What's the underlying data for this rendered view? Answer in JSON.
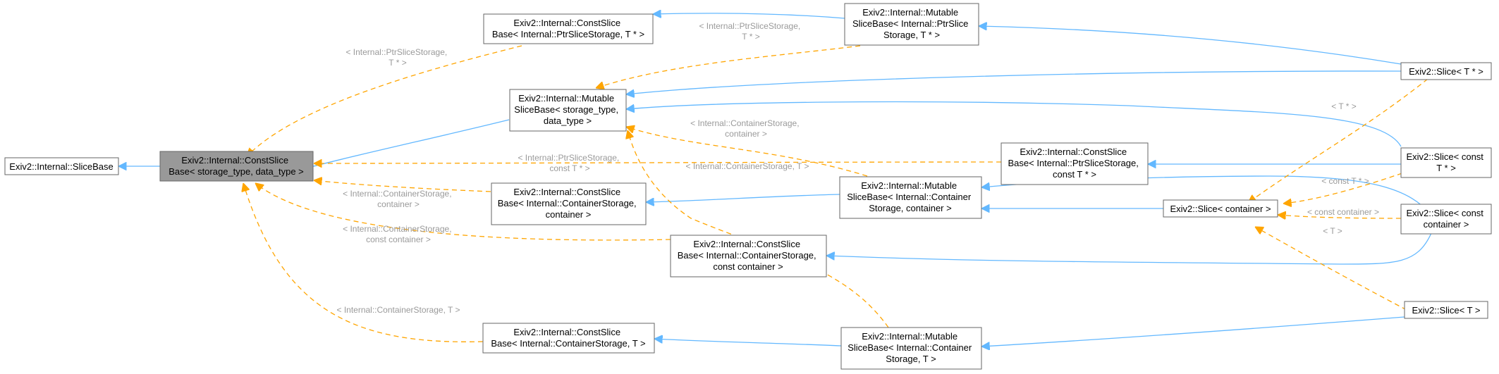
{
  "nodes": {
    "slicebase": [
      "Exiv2::Internal::SliceBase"
    ],
    "constslicebase_generic": [
      "Exiv2::Internal::ConstSlice",
      "Base< storage_type, data_type >"
    ],
    "constslicebase_ptr_t": [
      "Exiv2::Internal::ConstSlice",
      "Base< Internal::PtrSliceStorage, T * >"
    ],
    "mutableslicebase_generic": [
      "Exiv2::Internal::Mutable",
      "SliceBase< storage_type,",
      "data_type >"
    ],
    "mutableslicebase_ptr_t": [
      "Exiv2::Internal::Mutable",
      "SliceBase< Internal::PtrSlice",
      "Storage, T * >"
    ],
    "constslicebase_ptr_const_t": [
      "Exiv2::Internal::ConstSlice",
      "Base< Internal::PtrSliceStorage,",
      "const T * >"
    ],
    "constslicebase_container": [
      "Exiv2::Internal::ConstSlice",
      "Base< Internal::ContainerStorage,",
      "container >"
    ],
    "mutableslicebase_container": [
      "Exiv2::Internal::Mutable",
      "SliceBase< Internal::Container",
      "Storage, container >"
    ],
    "constslicebase_const_container": [
      "Exiv2::Internal::ConstSlice",
      "Base< Internal::ContainerStorage,",
      "const container >"
    ],
    "constslicebase_container_t": [
      "Exiv2::Internal::ConstSlice",
      "Base< Internal::ContainerStorage, T >"
    ],
    "mutableslicebase_container_t": [
      "Exiv2::Internal::Mutable",
      "SliceBase< Internal::Container",
      "Storage, T >"
    ],
    "slice_container": [
      "Exiv2::Slice< container >"
    ],
    "slice_t_ptr": [
      "Exiv2::Slice< T * >"
    ],
    "slice_const_t_ptr": [
      "Exiv2::Slice< const",
      "T * >"
    ],
    "slice_const_container": [
      "Exiv2::Slice< const",
      "container >"
    ],
    "slice_t": [
      "Exiv2::Slice< T >"
    ]
  },
  "edge_labels": {
    "ptr_t_to_generic": [
      "< Internal::PtrSliceStorage,",
      "T * >"
    ],
    "ptr_t_to_mutable": [
      "< Internal::PtrSliceStorage,",
      "T * >"
    ],
    "ptr_const_t": [
      "< Internal::PtrSliceStorage,",
      "const T * >"
    ],
    "container_to_generic": [
      "< Internal::ContainerStorage,",
      "container >"
    ],
    "const_container_to_generic": [
      "< Internal::ContainerStorage,",
      "const container >"
    ],
    "container_t_to_generic": [
      "< Internal::ContainerStorage, T >"
    ],
    "container_to_mutable": [
      "< Internal::ContainerStorage,",
      "container >"
    ],
    "container_t_to_mutable": [
      "< Internal::ContainerStorage, T >"
    ],
    "slice_t_ptr_to_container": [
      "< T * >"
    ],
    "slice_const_t_ptr_to_container": [
      "< const T * >"
    ],
    "slice_const_container_to_container": [
      "< const container >"
    ],
    "slice_t_to_container": [
      "< T >"
    ]
  },
  "colors": {
    "inheritance_edge": "#63b8ff",
    "template_edge": "#ffa500",
    "highlight_node": "#999999",
    "label_text": "#9a9a9a"
  }
}
